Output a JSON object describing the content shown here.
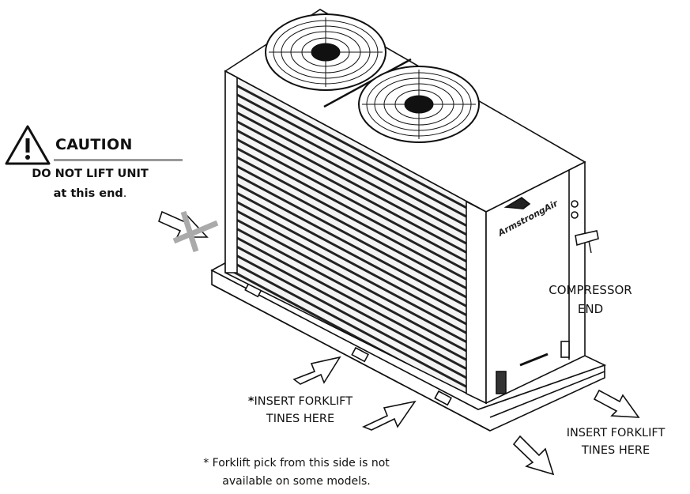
{
  "caution": {
    "title": "CAUTION",
    "line1": "DO NOT LIFT UNIT",
    "line2_bold": "at this end",
    "line2_end": "."
  },
  "compressor_end": {
    "line1": "COMPRESSOR",
    "line2": "END"
  },
  "forklift_front": {
    "asterisk": "*",
    "line1": "INSERT FORKLIFT",
    "line2": "TINES HERE"
  },
  "forklift_side": {
    "line1": "INSERT FORKLIFT",
    "line2": "TINES HERE"
  },
  "footnote": {
    "line1": "* Forklift pick from this side is not",
    "line2": "available on some models."
  },
  "brand_logo": "ArmstrongAir",
  "icons": [
    "warning-triangle-icon",
    "fan-icon",
    "arrow-icon",
    "no-lift-crossed-arrow-icon"
  ]
}
